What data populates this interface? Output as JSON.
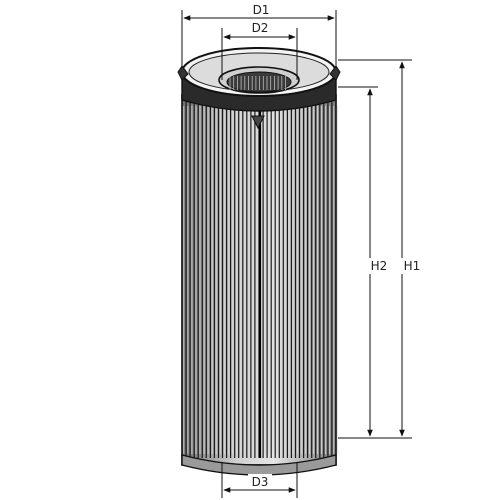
{
  "diagram": {
    "dimension_labels": {
      "d1": "D1",
      "d2": "D2",
      "d3": "D3",
      "h1": "H1",
      "h2": "H2"
    },
    "colors": {
      "line": "#111111",
      "pleat_dark": "#1a1a1a",
      "pleat_light": "#d9d9d9",
      "body_fill": "#bdbdbd"
    }
  }
}
